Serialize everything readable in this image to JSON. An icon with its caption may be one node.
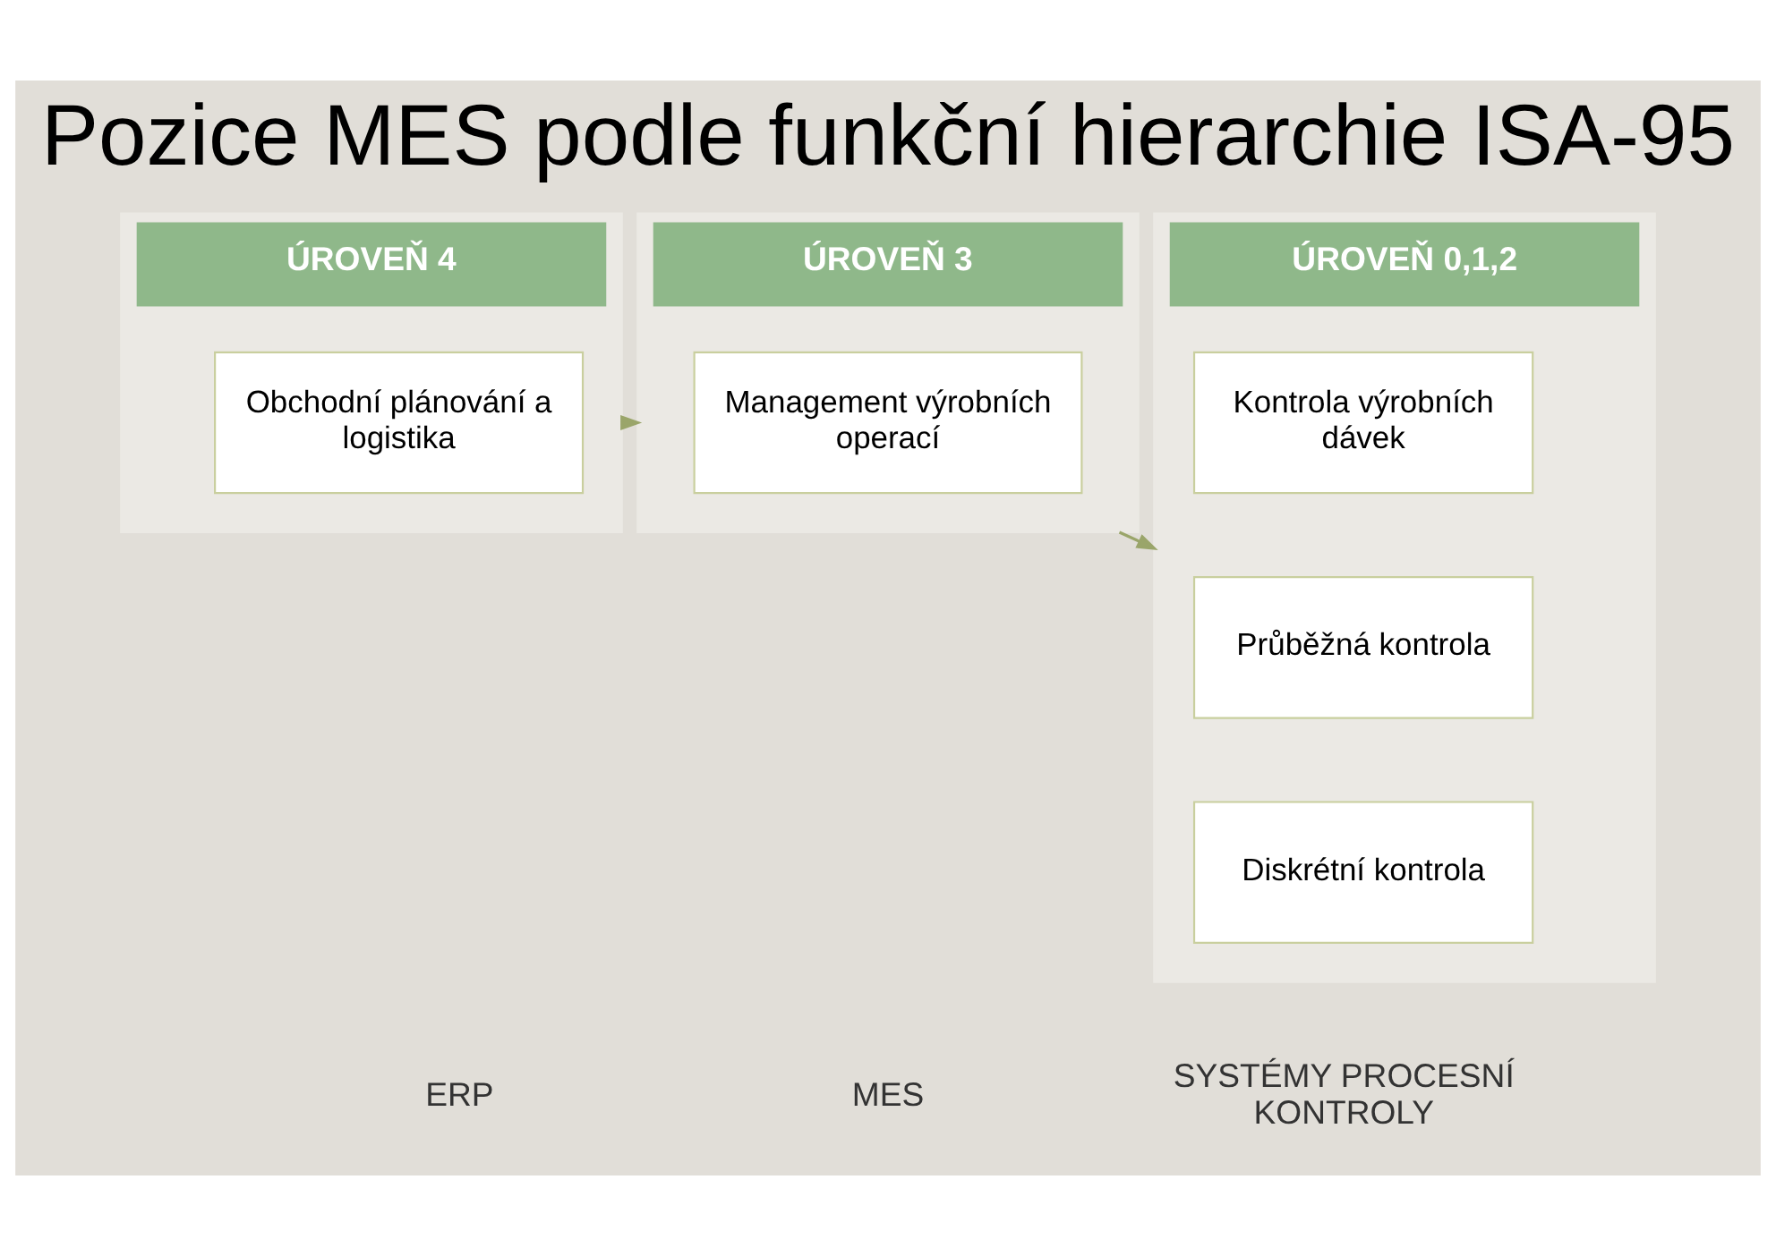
{
  "diagram": {
    "title": "Pozice MES podle funkční hierarchie ISA-95",
    "nodes": [
      {
        "text": [
          "ÚROVEŇ 4"
        ]
      },
      {
        "text": [
          "Obchodní plánování a logistika"
        ],
        "in": 0
      },
      {
        "text": [
          "ÚROVEŇ 3"
        ]
      },
      {
        "text": [
          "Management výrobních operací"
        ],
        "in": 2
      },
      {
        "text": [
          "ÚROVEŇ 0,1,2"
        ]
      },
      {
        "text": [
          "Kontrola výrobních dávek"
        ],
        "in": 4
      },
      {
        "text": [
          "Průběžná kontrola"
        ],
        "in": 4
      },
      {
        "text": [
          "Diskrétní kontrola"
        ],
        "in": 4
      }
    ],
    "edges": [
      {
        "from": 0,
        "to": 2,
        "arrow": "to"
      },
      {
        "from": 2,
        "to": 4,
        "arrow": "to"
      }
    ],
    "labels": [
      "ERP",
      "MES",
      "SYSTÉMY PROCESNÍ KONTROLY"
    ]
  }
}
